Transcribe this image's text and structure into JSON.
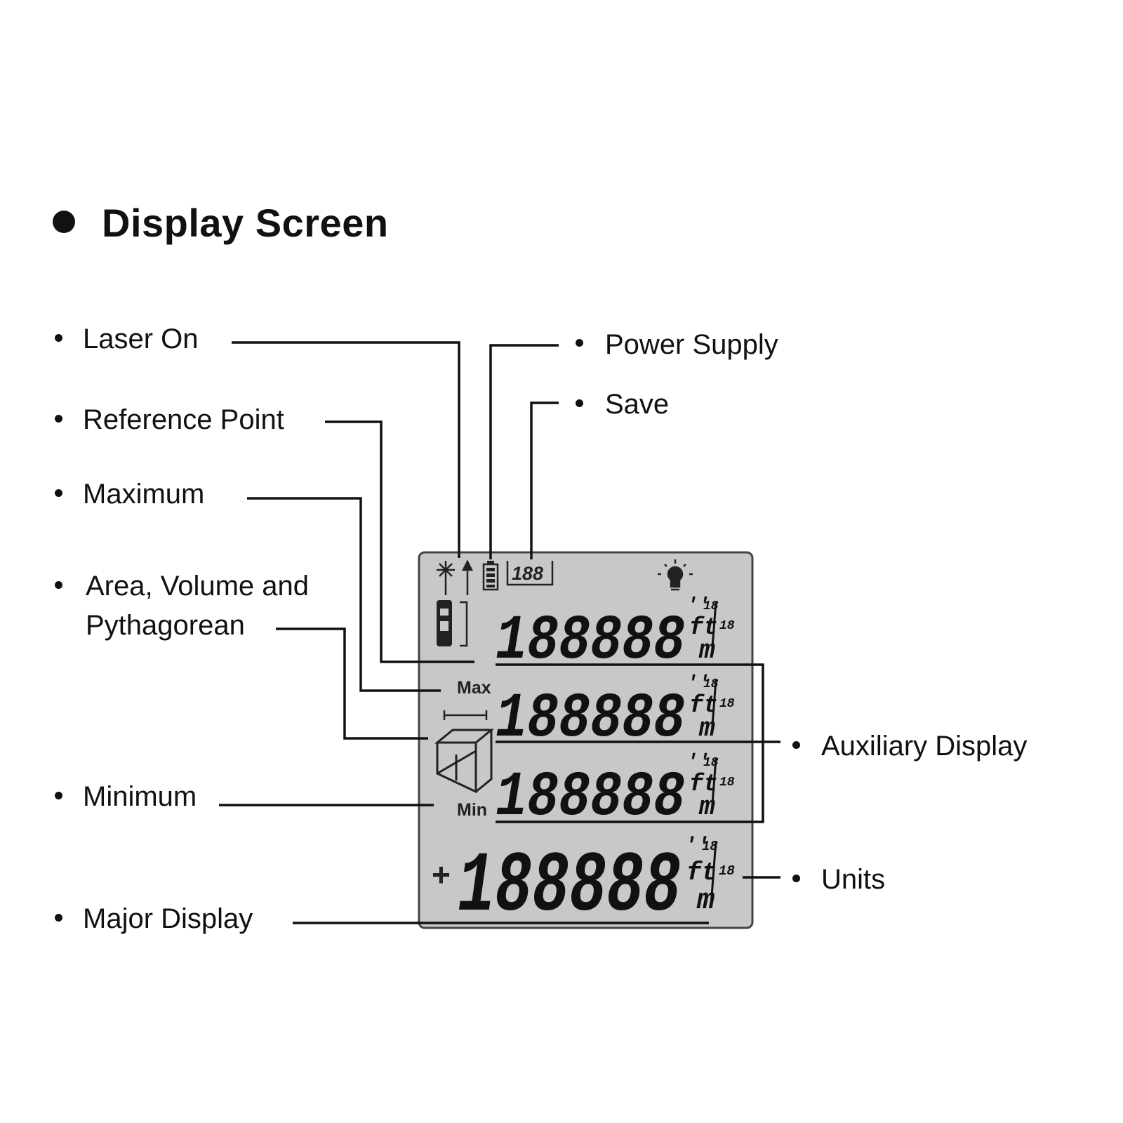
{
  "title": "Display Screen",
  "labels": {
    "laser_on": "Laser On",
    "reference_point": "Reference Point",
    "maximum": "Maximum",
    "area_volume_line1": "Area, Volume and",
    "area_volume_line2": "Pythagorean",
    "minimum": "Minimum",
    "major_display": "Major Display",
    "power_supply": "Power Supply",
    "save": "Save",
    "auxiliary_display": "Auxiliary Display",
    "units": "Units"
  },
  "lcd": {
    "max_tag": "Max",
    "min_tag": "Min",
    "memory_indicator": "188",
    "digits": "188888",
    "sign": "+",
    "unit_ft": "ft",
    "unit_m": "m",
    "unit_in": "''",
    "unit_frac": "18",
    "background_color": "#c8c8c8",
    "icons": [
      "laser-icon",
      "arrow-up-icon",
      "reference-point-icon",
      "battery-icon",
      "save-icon",
      "backlight-icon",
      "length-icon",
      "area-volume-icon"
    ]
  }
}
